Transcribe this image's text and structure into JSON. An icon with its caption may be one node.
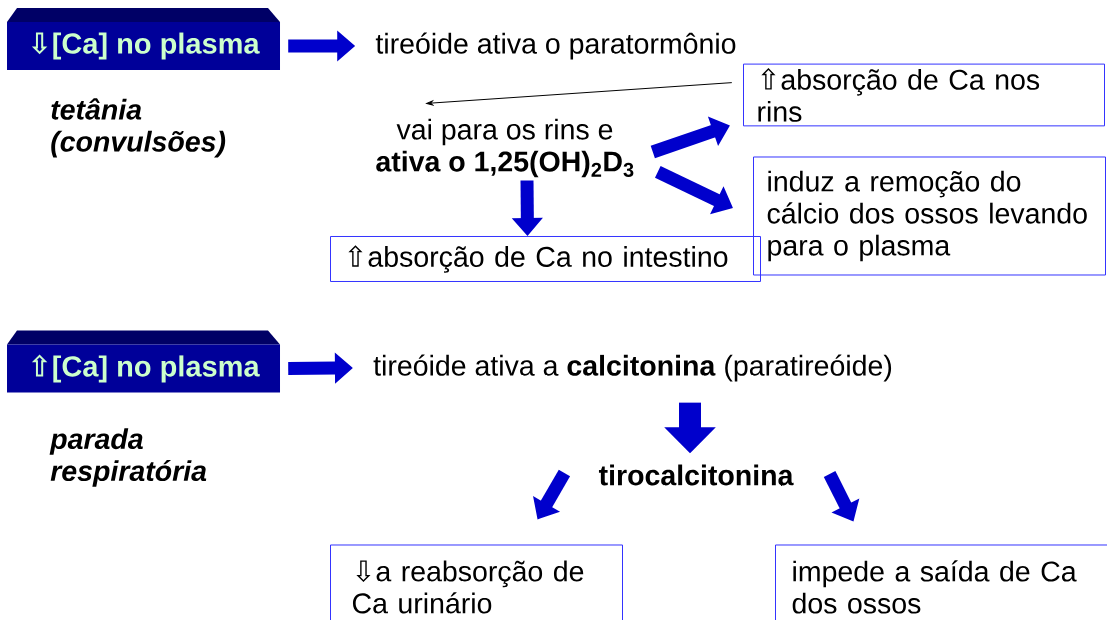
{
  "diagram": {
    "nodes": [
      {
        "text": [
          "⇩[Ca] no plasma"
        ]
      },
      {
        "text": [
          "tireóide ativa o paratormônio"
        ]
      },
      {
        "text": [
          "vai para os rins e",
          "ativa o 1,25(OH)$_{2}$D$_{3}$"
        ]
      },
      {
        "text": [
          "⇧absorção de Ca nos rins"
        ]
      },
      {
        "text": [
          "induz a remoção do cálcio dos ossos levando para o plasma"
        ]
      },
      {
        "text": [
          "⇧absorção de Ca no intestino"
        ]
      },
      {
        "text": [
          "⇧[Ca] no plasma"
        ]
      },
      {
        "text": [
          "tireóide ativa a **calcitonina** (paratireóide)"
        ]
      },
      {
        "text": [
          "tirocalcitonina"
        ]
      },
      {
        "text": [
          "⇩a reabsorção de Ca urinário"
        ]
      },
      {
        "text": [
          "impede a saída de Ca dos ossos"
        ]
      }
    ],
    "edges": [
      {
        "from": 0,
        "to": 1,
        "arrow": "to"
      },
      {
        "from": 1,
        "to": 2,
        "arrow": "to",
        "color": "#000000"
      },
      {
        "from": 2,
        "to": 3,
        "arrow": "to"
      },
      {
        "from": 2,
        "to": 4,
        "arrow": "to"
      },
      {
        "from": 2,
        "to": 5,
        "arrow": "to"
      },
      {
        "from": 6,
        "to": 7,
        "arrow": "to"
      },
      {
        "from": 7,
        "to": 8,
        "arrow": "to"
      },
      {
        "from": 8,
        "to": 9,
        "arrow": "to"
      },
      {
        "from": 8,
        "to": 10,
        "arrow": "to"
      }
    ],
    "labels": [
      "tetânia (convulsões)",
      "parada respiratória"
    ]
  }
}
